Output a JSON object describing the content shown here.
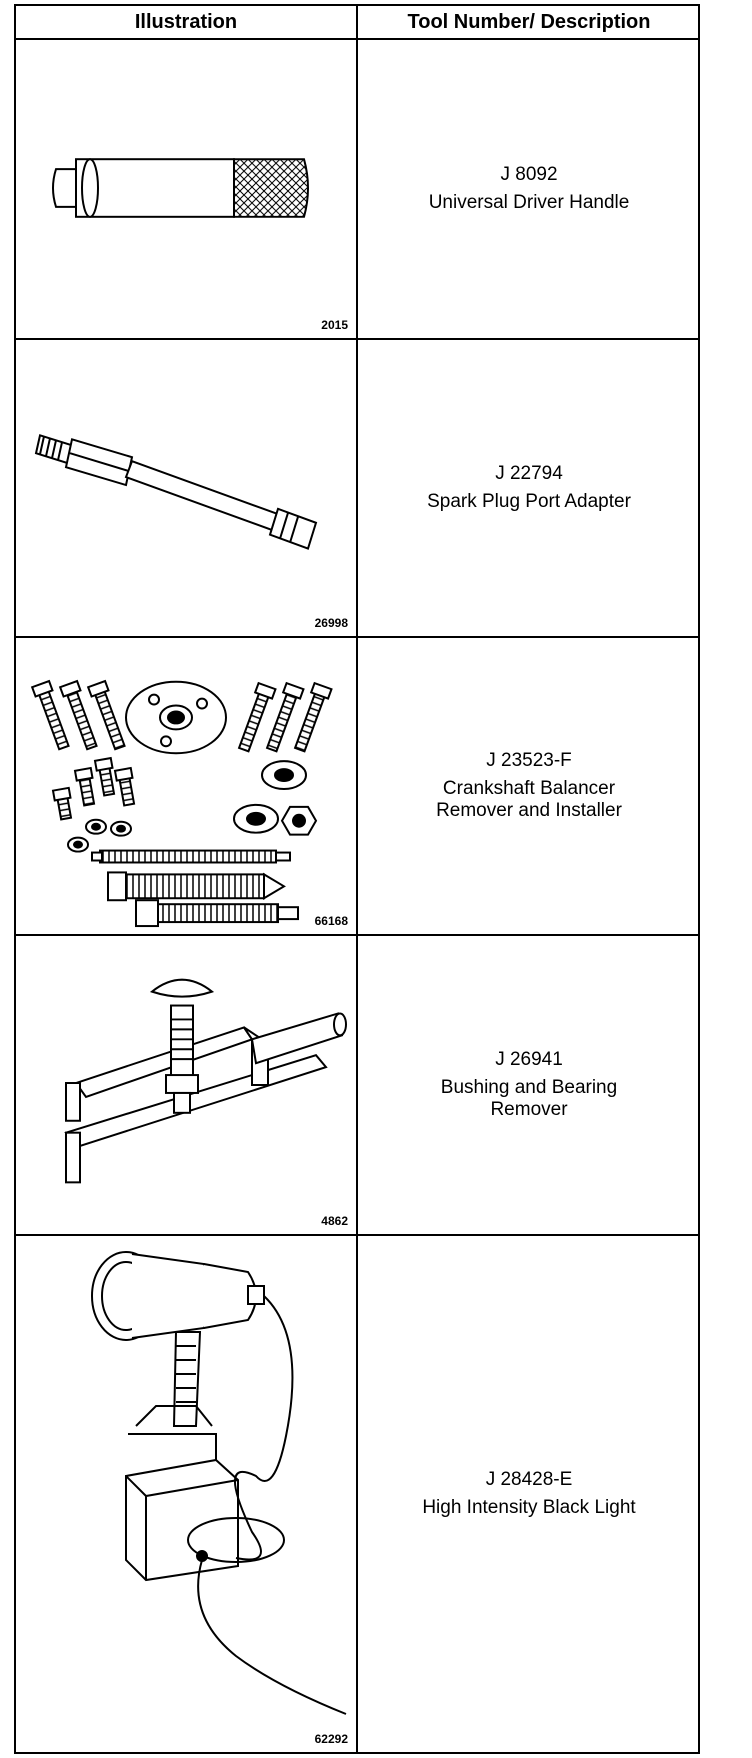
{
  "table": {
    "header": {
      "illustration": "Illustration",
      "tool": "Tool Number/ Description"
    },
    "rows": [
      {
        "figure_number": "2015",
        "tool_number": "J 8092",
        "description_lines": [
          "Universal Driver Handle"
        ],
        "illustration_icon": "universal-driver-handle-icon"
      },
      {
        "figure_number": "26998",
        "tool_number": "J 22794",
        "description_lines": [
          "Spark Plug Port Adapter"
        ],
        "illustration_icon": "spark-plug-port-adapter-icon"
      },
      {
        "figure_number": "66168",
        "tool_number": "J 23523-F",
        "description_lines": [
          "Crankshaft Balancer",
          "Remover and Installer"
        ],
        "illustration_icon": "crankshaft-balancer-tool-icon"
      },
      {
        "figure_number": "4862",
        "tool_number": "J 26941",
        "description_lines": [
          "Bushing and Bearing",
          "Remover"
        ],
        "illustration_icon": "bushing-bearing-remover-icon"
      },
      {
        "figure_number": "62292",
        "tool_number": "J 28428-E",
        "description_lines": [
          "High Intensity Black Light"
        ],
        "illustration_icon": "black-light-icon"
      }
    ]
  }
}
